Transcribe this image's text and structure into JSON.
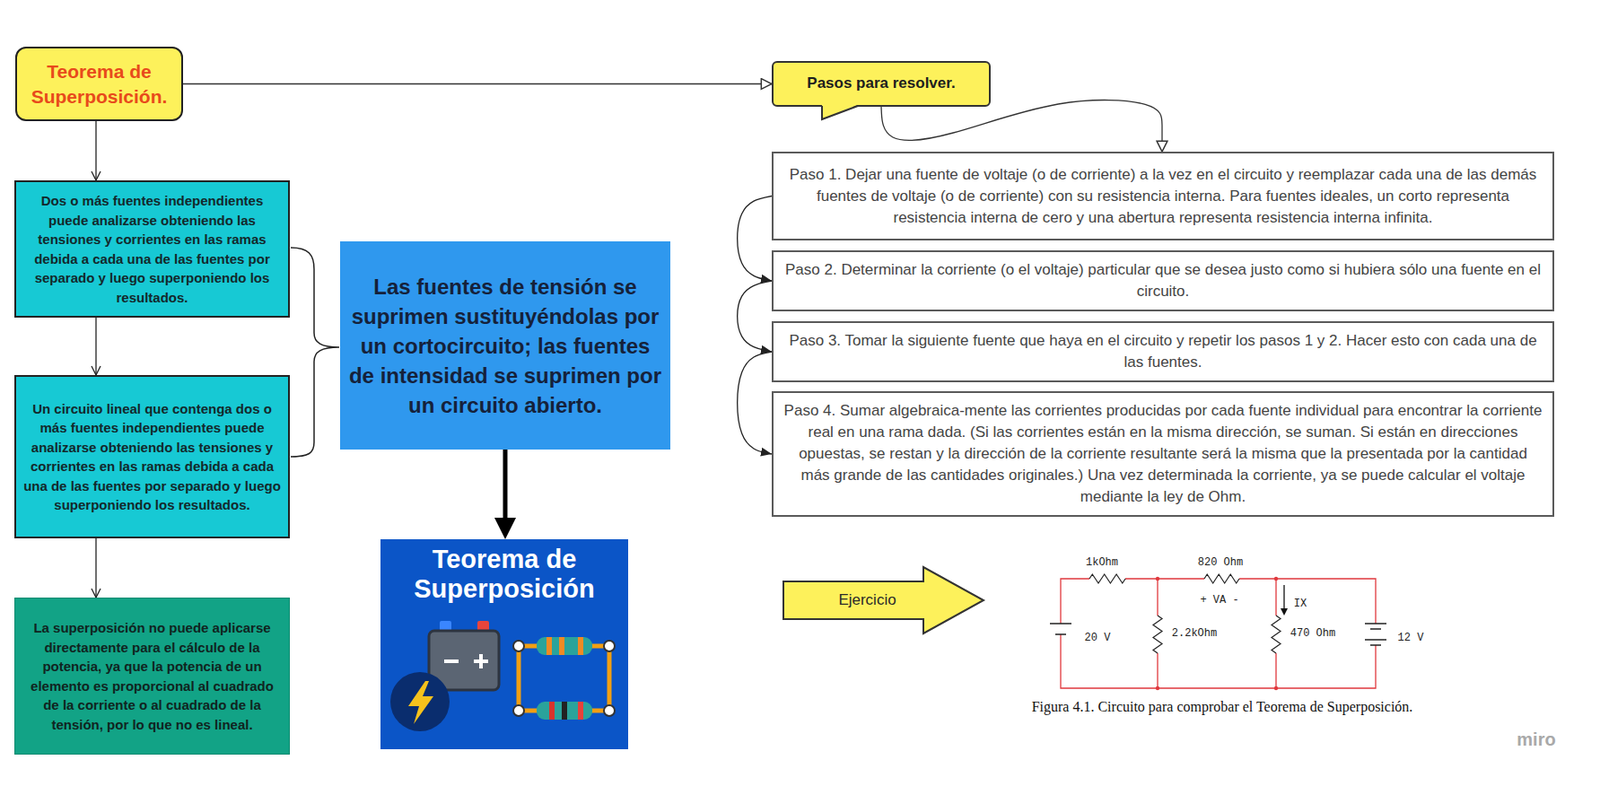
{
  "diagram": {
    "nodes": [
      {
        "text": [
          "Teorema de Superposición."
        ]
      },
      {
        "text": [
          "Dos o más fuentes independientes puede analizarse obteniendo las tensiones y corrientes en las ramas debida a cada una de las fuentes por separado y luego superponiendo los resultados."
        ]
      },
      {
        "text": [
          "Un circuito lineal que contenga dos o más fuentes independientes puede analizarse obteniendo las tensiones y corrientes en las ramas debida a cada una de las fuentes por separado y luego superponiendo los resultados."
        ]
      },
      {
        "text": [
          "La superposición no puede aplicarse directamente para el cálculo de la potencia, ya que la potencia de un elemento es proporcional al cuadrado de la corriente o al cuadrado de la tensión, por lo que no es lineal."
        ]
      },
      {
        "text": [
          "Las fuentes de tensión se suprimen sustituyéndolas por un cortocircuito; las fuentes de intensidad se suprimen por un circuito abierto."
        ]
      },
      {
        "text": [
          "Teorema de Superposición"
        ]
      },
      {
        "text": [
          "Pasos para resolver."
        ]
      },
      {
        "text": [
          "Paso 1. Dejar una fuente de voltaje (o de corriente) a la vez en el circuito y reemplazar cada una de las demás fuentes de voltaje (o de corriente) con su resistencia interna. Para fuentes ideales, un corto representa resistencia interna de cero y una abertura representa resistencia interna infinita."
        ]
      },
      {
        "text": [
          "Paso 2. Determinar la corriente (o el voltaje) particular que se desea justo como si hubiera sólo una fuente en el circuito."
        ]
      },
      {
        "text": [
          "Paso 3. Tomar la siguiente fuente que haya en el circuito y repetir los pasos 1 y 2. Hacer esto con cada una de las fuentes."
        ]
      },
      {
        "text": [
          "Paso 4. Sumar algebraica-mente las corrientes producidas por cada fuente individual para encontrar la corriente real en una rama dada. (Si las corrientes están en la misma dirección, se suman. Si están en direcciones opuestas, se restan y la dirección de la corriente resultante será la misma que la presentada por la cantidad más grande de las cantidades originales.) Una vez determinada la corriente, ya se puede calcular el voltaje mediante la ley de Ohm."
        ]
      },
      {
        "text": [
          "Ejercicio"
        ]
      }
    ],
    "edges": [
      {
        "from": 0,
        "to": 6,
        "arrow": "to"
      },
      {
        "from": 0,
        "to": 1,
        "arrow": "to"
      },
      {
        "from": 1,
        "to": 2,
        "arrow": "to"
      },
      {
        "from": 2,
        "to": 3,
        "arrow": "to"
      },
      {
        "from": 4,
        "to": 5,
        "arrow": "to"
      },
      {
        "from": 6,
        "to": 7,
        "arrow": "to"
      },
      {
        "from": 7,
        "to": 8,
        "arrow": "to"
      },
      {
        "from": 8,
        "to": 9,
        "arrow": "to"
      },
      {
        "from": 9,
        "to": 10,
        "arrow": "to"
      }
    ],
    "labels": [
      "1kOhm",
      "820 Ohm",
      "+ VA -",
      "IX",
      "20 V",
      "2.2kOhm",
      "470 Ohm",
      "12 V",
      "miro"
    ],
    "caption": "Figura 4.1. Circuito para comprobar el Teorema de Superposición."
  }
}
